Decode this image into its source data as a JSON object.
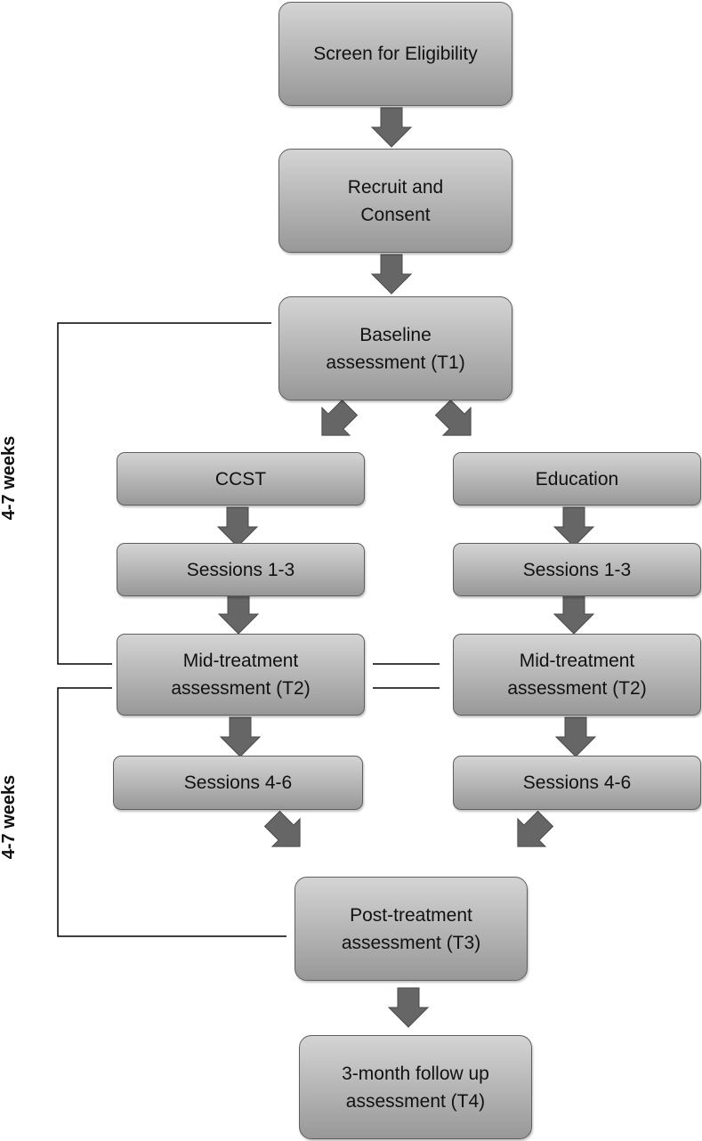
{
  "diagram": {
    "nodes": {
      "screen": "Screen for Eligibility",
      "recruit": "Recruit and\nConsent",
      "baseline": "Baseline\nassessment (T1)",
      "ccst": "CCST",
      "education": "Education",
      "ccst_sessions_1_3": "Sessions 1-3",
      "edu_sessions_1_3": "Sessions 1-3",
      "ccst_mid": "Mid-treatment\nassessment (T2)",
      "edu_mid": "Mid-treatment\nassessment (T2)",
      "ccst_sessions_4_6": "Sessions 4-6",
      "edu_sessions_4_6": "Sessions 4-6",
      "post": "Post-treatment\nassessment (T3)",
      "followup": "3-month follow up\nassessment (T4)"
    },
    "intervals": {
      "first": "4-7 weeks",
      "second": "4-7 weeks"
    },
    "colors": {
      "box_top": "#d4d4d4",
      "box_bottom": "#989898",
      "border": "#5f5f5f",
      "arrow": "#666666",
      "line": "#000000"
    }
  }
}
